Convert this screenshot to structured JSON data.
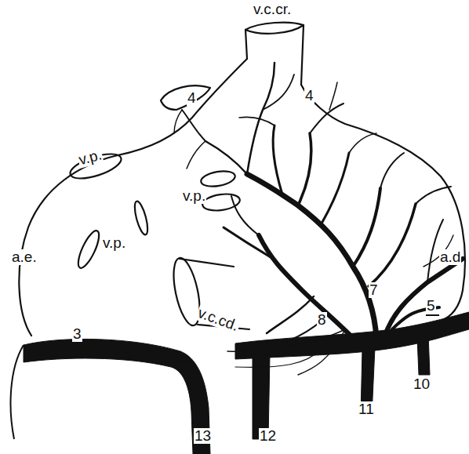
{
  "diagram": {
    "labels": [
      "v.c.cr.",
      "4",
      "4",
      "v.p.",
      "v.p.",
      "v.p.",
      "a.e.",
      "a.d",
      "v.c.cd.",
      "3",
      "5",
      "7",
      "8",
      "10",
      "11",
      "12",
      "13"
    ]
  }
}
